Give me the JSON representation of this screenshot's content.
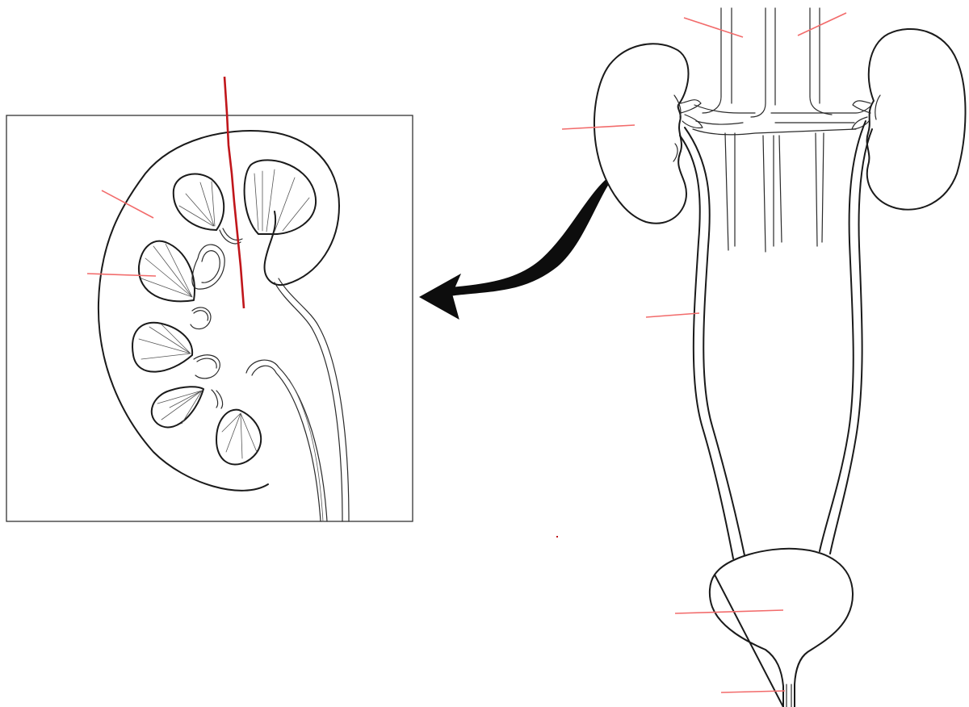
{
  "diagram": {
    "kind": "urinary-system-labeling-worksheet",
    "label_line_color": "#f26b6b",
    "section_line_color": "#c0161b",
    "ink_color": "#1a1a1a",
    "labels": [
      {
        "id": "kidney-cortex-label",
        "text": ""
      },
      {
        "id": "renal-pyramid-label",
        "text": ""
      },
      {
        "id": "renal-pelvis-section-line",
        "text": ""
      },
      {
        "id": "vena-cava-label",
        "text": ""
      },
      {
        "id": "aorta-label",
        "text": ""
      },
      {
        "id": "kidney-label",
        "text": ""
      },
      {
        "id": "ureter-label",
        "text": ""
      },
      {
        "id": "bladder-label",
        "text": ""
      },
      {
        "id": "urethra-label",
        "text": ""
      }
    ]
  }
}
